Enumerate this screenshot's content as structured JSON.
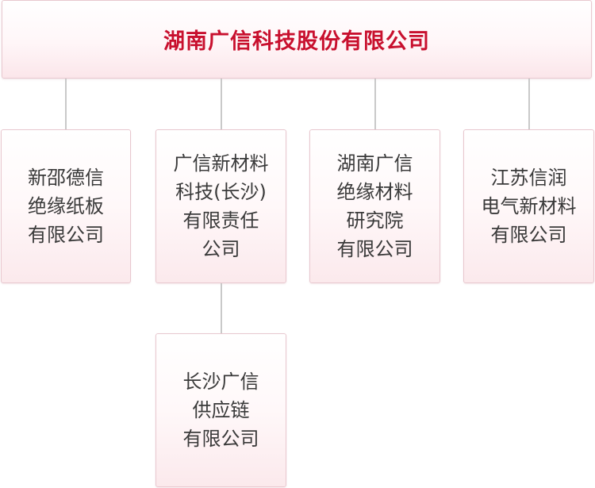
{
  "root": {
    "title": "湖南广信科技股份有限公司"
  },
  "subsidiaries": [
    {
      "lines": [
        "新邵德信",
        "绝缘纸板",
        "有限公司"
      ]
    },
    {
      "lines": [
        "广信新材料",
        "科技(长沙)",
        "有限责任",
        "公司"
      ]
    },
    {
      "lines": [
        "湖南广信",
        "绝缘材料",
        "研究院",
        "有限公司"
      ]
    },
    {
      "lines": [
        "江苏信润",
        "电气新材料",
        "有限公司"
      ]
    }
  ],
  "sub_subsidiary": {
    "lines": [
      "长沙广信",
      "供应链",
      "有限公司"
    ]
  }
}
